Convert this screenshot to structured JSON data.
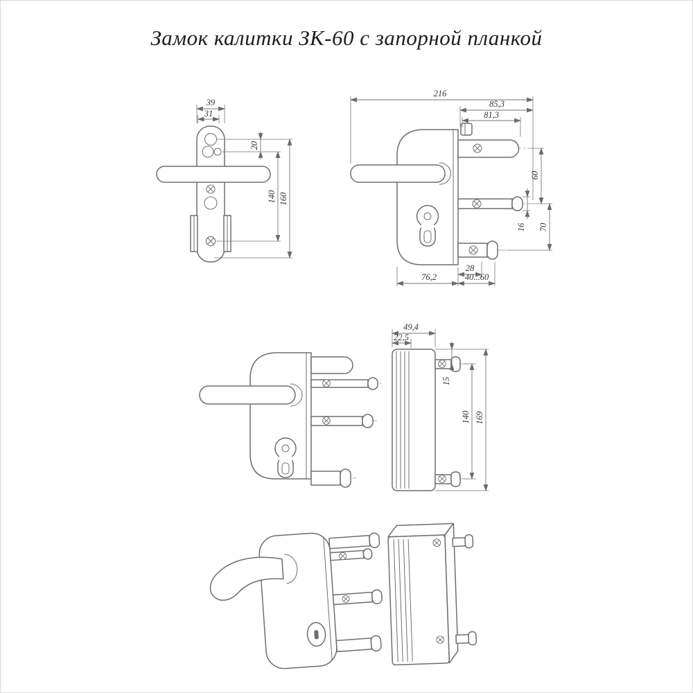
{
  "title": "Замок калитки ЗК-60 с запорной планкой",
  "front_view": {
    "dim_width_outer": "39",
    "dim_width_inner": "31",
    "dim_hole_offset": "20",
    "dim_height_inner": "140",
    "dim_height_outer": "160"
  },
  "side_view": {
    "dim_total_length": "216",
    "dim_bolt_length_a": "85,3",
    "dim_bolt_length_b": "81,3",
    "dim_axis_top": "60",
    "dim_axis_bottom": "70",
    "dim_bolt_dia": "16",
    "dim_plate_offset": "28",
    "dim_body_depth": "76,2",
    "dim_adjust_range": "40...60"
  },
  "strike_view": {
    "dim_depth_outer": "49,4",
    "dim_depth_inner": "22,5",
    "dim_pin_offset": "15",
    "dim_pin_spacing": "140",
    "dim_plate_height": "169"
  }
}
